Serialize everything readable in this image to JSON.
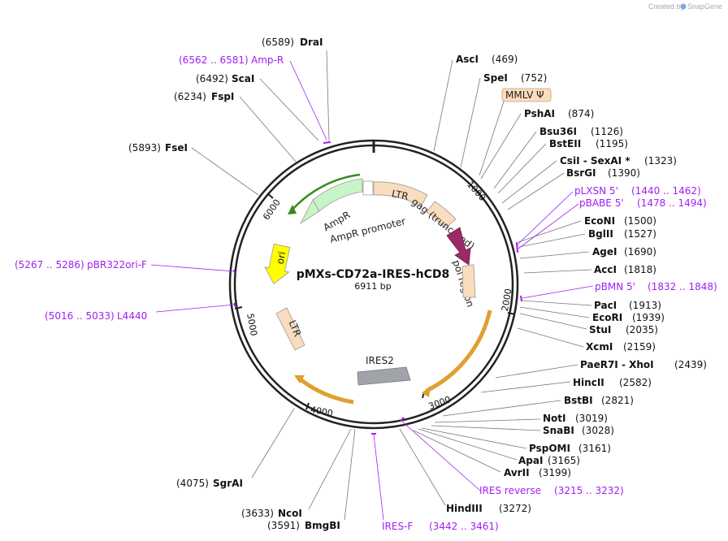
{
  "watermark": {
    "text": "Created by",
    "brand": "SnapGene"
  },
  "plasmid": {
    "name": "pMXs-CD72a-IRES-hCD8",
    "length_label": "6911 bp"
  },
  "ticks": [
    "1000",
    "2000",
    "3000",
    "4000",
    "5000",
    "6000"
  ],
  "sites": [
    {
      "name": "DraI",
      "pos": "(6589)"
    },
    {
      "name": "ScaI",
      "pos": "(6492)"
    },
    {
      "name": "FspI",
      "pos": "(6234)"
    },
    {
      "name": "FseI",
      "pos": "(5893)"
    },
    {
      "name": "AscI",
      "pos": "(469)"
    },
    {
      "name": "SpeI",
      "pos": "(752)"
    },
    {
      "name": "PshAI",
      "pos": "(874)"
    },
    {
      "name": "Bsu36I",
      "pos": "(1126)"
    },
    {
      "name": "BstEII",
      "pos": "(1195)"
    },
    {
      "name": "CsiI  - SexAI *",
      "pos": "(1323)"
    },
    {
      "name": "BsrGI",
      "pos": "(1390)"
    },
    {
      "name": "EcoNI",
      "pos": "(1500)"
    },
    {
      "name": "BglII",
      "pos": "(1527)"
    },
    {
      "name": "AgeI",
      "pos": "(1690)"
    },
    {
      "name": "AccI",
      "pos": "(1818)"
    },
    {
      "name": "PacI",
      "pos": "(1913)"
    },
    {
      "name": "EcoRI",
      "pos": "(1939)"
    },
    {
      "name": "StuI",
      "pos": "(2035)"
    },
    {
      "name": "XcmI",
      "pos": "(2159)"
    },
    {
      "name": "PaeR7I  - XhoI",
      "pos": "(2439)"
    },
    {
      "name": "HincII",
      "pos": "(2582)"
    },
    {
      "name": "BstBI",
      "pos": "(2821)"
    },
    {
      "name": "NotI",
      "pos": "(3019)"
    },
    {
      "name": "SnaBI",
      "pos": "(3028)"
    },
    {
      "name": "PspOMI",
      "pos": "(3161)"
    },
    {
      "name": "ApaI",
      "pos": "(3165)"
    },
    {
      "name": "AvrII",
      "pos": "(3199)"
    },
    {
      "name": "HindIII",
      "pos": "(3272)"
    },
    {
      "name": "SgrAI",
      "pos": "(4075)"
    },
    {
      "name": "NcoI",
      "pos": "(3633)"
    },
    {
      "name": "BmgBI",
      "pos": "(3591)"
    }
  ],
  "primers": [
    {
      "name": "Amp-R",
      "range": "(6562 .. 6581)"
    },
    {
      "name": "pLXSN 5'",
      "range": "(1440 .. 1462)"
    },
    {
      "name": "pBABE 5'",
      "range": "(1478 .. 1494)"
    },
    {
      "name": "pBMN 5'",
      "range": "(1832 .. 1848)"
    },
    {
      "name": "pBR322ori-F",
      "range": "(5267 .. 5286)"
    },
    {
      "name": "L4440",
      "range": "(5016 .. 5033)"
    },
    {
      "name": "IRES reverse",
      "range": "(3215 .. 3232)"
    },
    {
      "name": "IRES-F",
      "range": "(3442 .. 3461)"
    }
  ],
  "features": {
    "mmlv": "MMLV Ψ",
    "ltr_top": "LTR",
    "gag": "gag (truncated)",
    "pol": "pol region",
    "ltr_left": "LTR",
    "ires2": "IRES2",
    "ori": "ori",
    "ampr": "AmpR",
    "ampr_promoter": "AmpR promoter"
  },
  "colors": {
    "primer": "#a020f0",
    "ltr_fill": "#fadcbe",
    "ampr_fill": "#c8f5c8",
    "ori_fill": "#ffff00",
    "pol_fill": "#9b2a66",
    "ires_fill": "#a0a4aa",
    "orange_arrow": "#e0a030"
  }
}
